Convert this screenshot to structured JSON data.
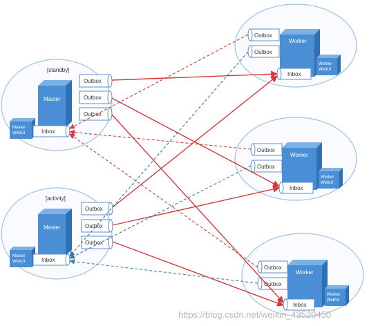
{
  "colors": {
    "ellipse_stroke": "#9fc3e3",
    "cube_front": "#4a8fd6",
    "cube_top": "#7cb1e6",
    "cube_side": "#2f6fb3",
    "box_stroke": "#5b8fc9",
    "solid_arrow": "#d33a3a",
    "dashed_red": "#d33a3a",
    "dashed_teal": "#3d8a8a",
    "dashed_blue": "#3a6fb3"
  },
  "masters": [
    {
      "id": "standby",
      "state": "[standby]",
      "title": "Master",
      "webui": [
        "Master",
        "WebUI"
      ],
      "inbox": "Inbox",
      "outboxes": [
        "Outbox",
        "Outbox",
        "Outbox"
      ]
    },
    {
      "id": "activity",
      "state": "[activity]",
      "title": "Master",
      "webui": [
        "Master",
        "WebUI"
      ],
      "inbox": "Inbox",
      "outboxes": [
        "Outbox",
        "Outbox",
        "Outbox"
      ]
    }
  ],
  "workers": [
    {
      "id": "w1",
      "title": "Worker",
      "webui": [
        "Worker",
        "WebUI"
      ],
      "inbox": "Inbox",
      "outboxes": [
        "Outbox",
        "Outbox"
      ]
    },
    {
      "id": "w2",
      "title": "Worker",
      "webui": [
        "Worker",
        "WebUI"
      ],
      "inbox": "Inbox",
      "outboxes": [
        "Outbox",
        "Outbox"
      ]
    },
    {
      "id": "w3",
      "title": "Worker",
      "webui": [
        "Worker",
        "WebUI"
      ],
      "inbox": "Inbox",
      "outboxes": [
        "Outbox",
        "Outbox"
      ]
    }
  ],
  "watermark": "https://blog.csdn.net/weixin_43520450"
}
